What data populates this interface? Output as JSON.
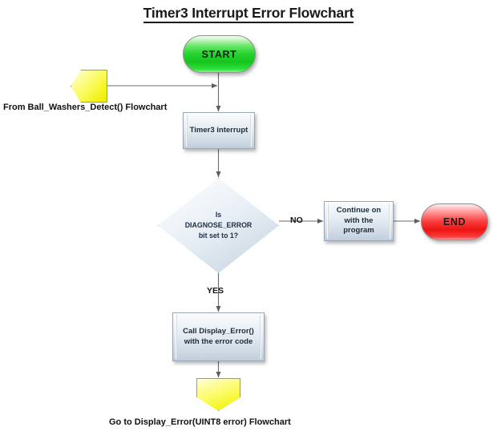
{
  "title": "Timer3 Interrupt Error Flowchart",
  "nodes": {
    "start": {
      "label": "START"
    },
    "end": {
      "label": "END"
    },
    "timer3": {
      "label": "Timer3 interrupt"
    },
    "decision": {
      "label": "Is\nDIAGNOSE_ERROR\nbit set to 1?"
    },
    "continue": {
      "label": "Continue on with the program"
    },
    "call_display_error": {
      "label": "Call Display_Error()\nwith the error code"
    },
    "offpage_in": {
      "label": ""
    },
    "offpage_out": {
      "label": ""
    }
  },
  "labels": {
    "no_branch": "NO",
    "yes_branch": "YES",
    "from_caption": "From Ball_Washers_Detect() Flowchart",
    "goto_caption": "Go to Display_Error(UINT8 error) Flowchart"
  },
  "colors": {
    "start_fill": "#27d42f",
    "end_fill": "#fb4040",
    "process_fill": "#e3ebf2",
    "decision_fill": "#e7eef5",
    "offpage_fill": "#fafa55",
    "connector_line": "#6b6b6b",
    "text": "#1f2b3a",
    "background": "#ffffff"
  }
}
